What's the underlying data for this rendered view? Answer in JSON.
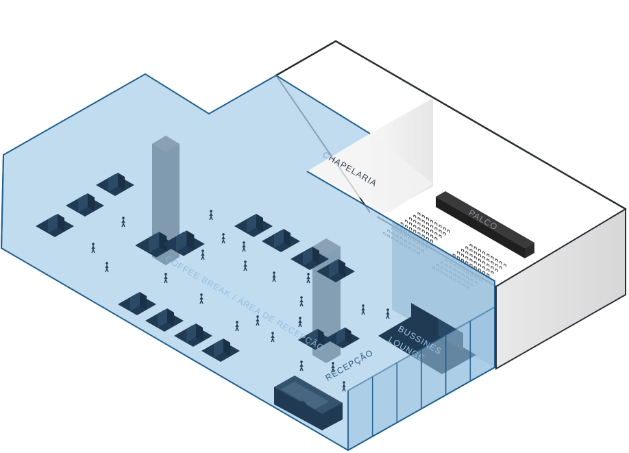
{
  "labels": {
    "chapelaria": "CHAPELARIA",
    "palco": "PALCO",
    "business_lounge_line1": "BUSSINES",
    "business_lounge_line2": "LOUNGE",
    "recepcao": "RECEPÇÃO",
    "mezzanine": "COFFEE BREAK / ÁREA DE RECEPÇÃO"
  },
  "colors": {
    "glass_fill": "#a9cfe9",
    "glass_edge": "#1d5f8f",
    "furniture": "#1f3a52",
    "stage": "#2b2b2b",
    "walls": "#2a2e35",
    "wall_face": "#dedede"
  }
}
